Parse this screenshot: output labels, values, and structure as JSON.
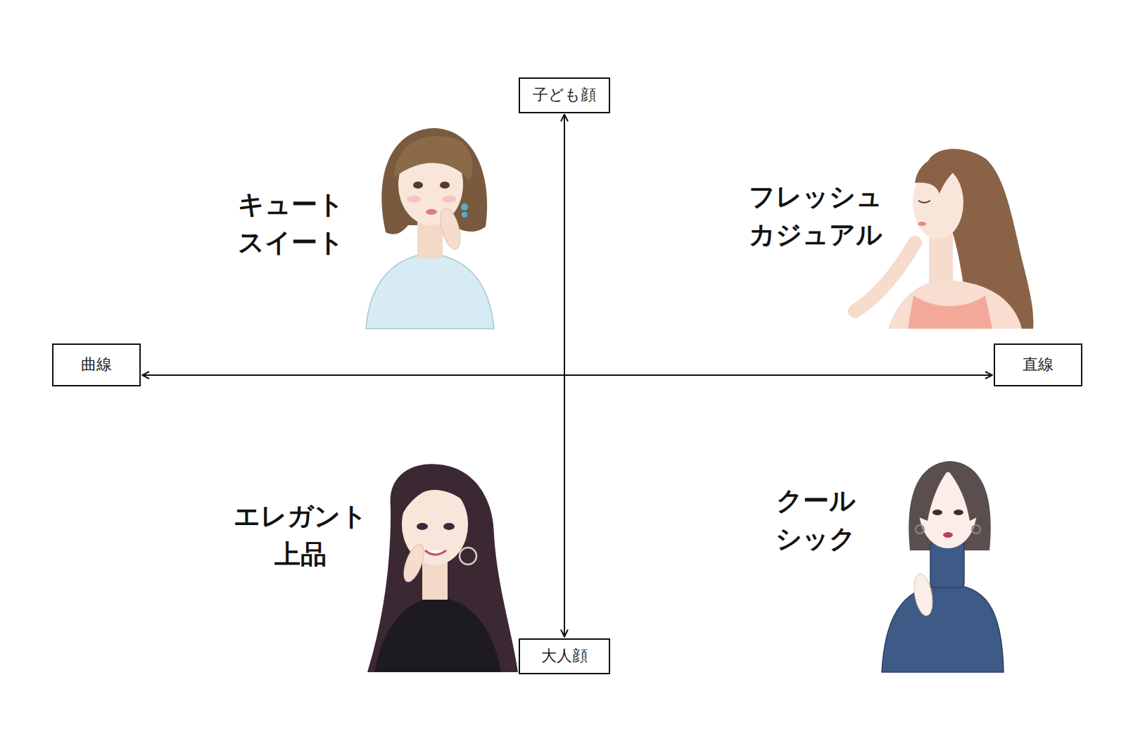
{
  "diagram": {
    "nodes": [
      {
        "text": [
          "子ども顔"
        ]
      },
      {
        "text": [
          "キュート スイート"
        ]
      },
      {
        "text": [
          "フレッシュ カジュアル"
        ]
      },
      {
        "text": [
          "曲線"
        ]
      },
      {
        "text": [
          "直線"
        ]
      },
      {
        "text": [
          "エレガント 上品"
        ]
      },
      {
        "text": [
          "クール シック"
        ]
      },
      {
        "text": [
          "大人顔"
        ]
      }
    ],
    "edges": [
      {
        "from": 3,
        "to": 4,
        "arrow": "both"
      },
      {
        "from": 0,
        "to": 7,
        "arrow": "both"
      }
    ]
  }
}
